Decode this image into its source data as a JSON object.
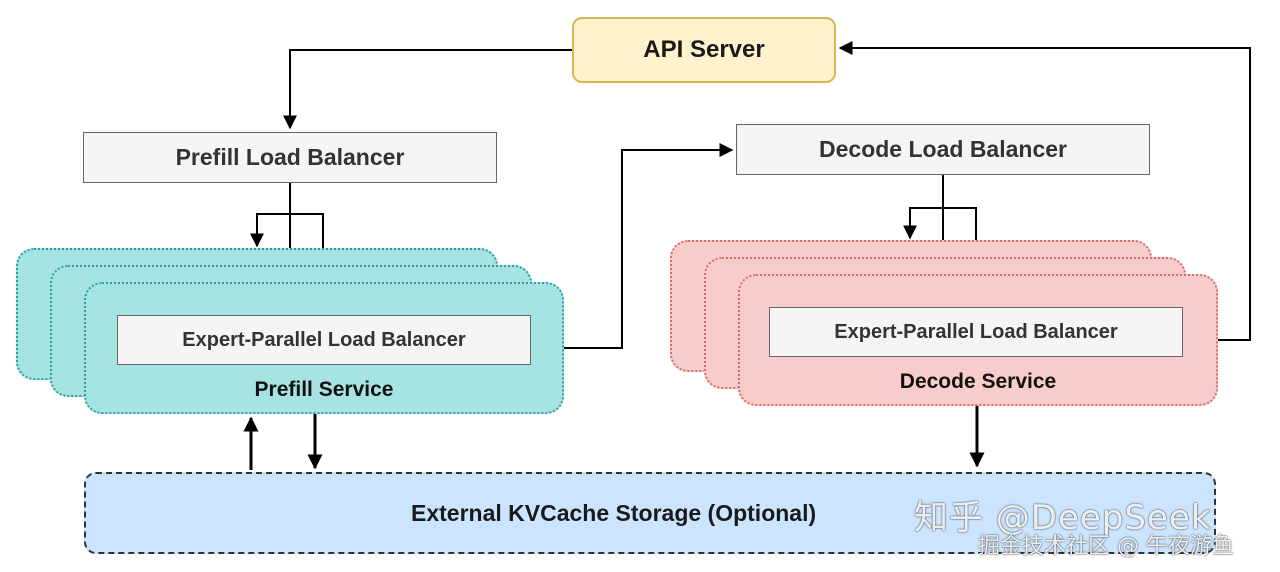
{
  "api_server": {
    "label": "API Server"
  },
  "prefill": {
    "load_balancer": "Prefill Load Balancer",
    "ep_load_balancer": "Expert-Parallel Load Balancer",
    "service_label": "Prefill Service"
  },
  "decode": {
    "load_balancer": "Decode Load Balancer",
    "ep_load_balancer": "Expert-Parallel Load Balancer",
    "service_label": "Decode Service"
  },
  "storage": {
    "label": "External KVCache Storage (Optional)"
  },
  "watermark": {
    "line1": "知乎 @DeepSeek",
    "line2": "掘金技术社区 @ 午夜游鱼"
  },
  "colors": {
    "api_fill": "#fff2cc",
    "api_border": "#d6b656",
    "prefill_fill": "#a6e3e3",
    "decode_fill": "#f9cccc",
    "storage_fill": "#cce5ff",
    "box_fill": "#f5f5f5"
  }
}
